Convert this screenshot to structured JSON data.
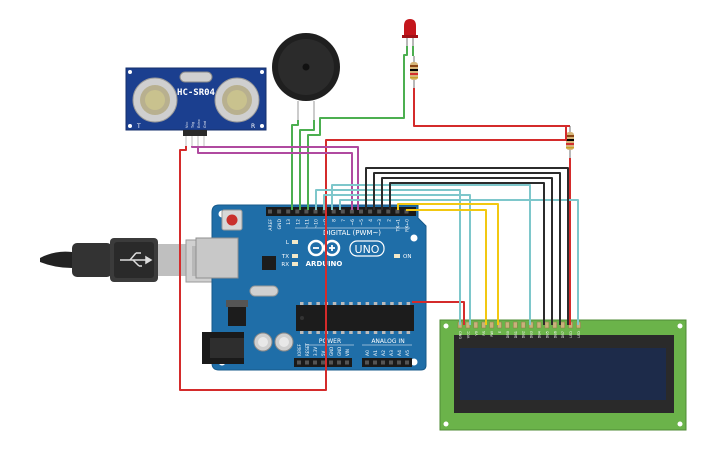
{
  "sensor": {
    "label": "HC-SR04",
    "left_mark": "T",
    "right_mark": "R",
    "pins": [
      "Vcc",
      "Trig",
      "Echo",
      "Gnd"
    ]
  },
  "arduino": {
    "logo_text": "ARDUINO",
    "model": "UNO",
    "digital_label": "DIGITAL (PWM~)",
    "analog_label": "ANALOG IN",
    "power_label": "POWER",
    "on_label": "ON",
    "led_labels": [
      "L",
      "TX",
      "RX"
    ],
    "top_pins": [
      "AREF",
      "GND",
      "13",
      "12",
      "~11",
      "~10",
      "~9",
      "8",
      "7",
      "~6",
      "~5",
      "4",
      "~3",
      "2",
      "TX→1",
      "RX←0"
    ],
    "power_pins": [
      "IOREF",
      "RESET",
      "3.3V",
      "5V",
      "GND",
      "GND",
      "VIN"
    ],
    "analog_pins": [
      "A0",
      "A1",
      "A2",
      "A3",
      "A4",
      "A5"
    ]
  },
  "lcd": {
    "pins": [
      "GND",
      "VCC",
      "V0",
      "RS",
      "RW",
      "E",
      "DB0",
      "DB1",
      "DB2",
      "DB3",
      "DB4",
      "DB5",
      "DB6",
      "DB7",
      "LED",
      "LED"
    ]
  },
  "colors": {
    "wire_red": "#d42b2b",
    "wire_green": "#4caf50",
    "wire_black": "#2b2b2b",
    "wire_teal": "#7ec7cb",
    "wire_yellow": "#f2c811",
    "wire_magenta": "#b04aa0",
    "board_blue": "#1f6ea8",
    "lcd_green": "#6bb34a",
    "lcd_screen": "#1d2b4a",
    "sensor_blue": "#1b3f8f"
  }
}
